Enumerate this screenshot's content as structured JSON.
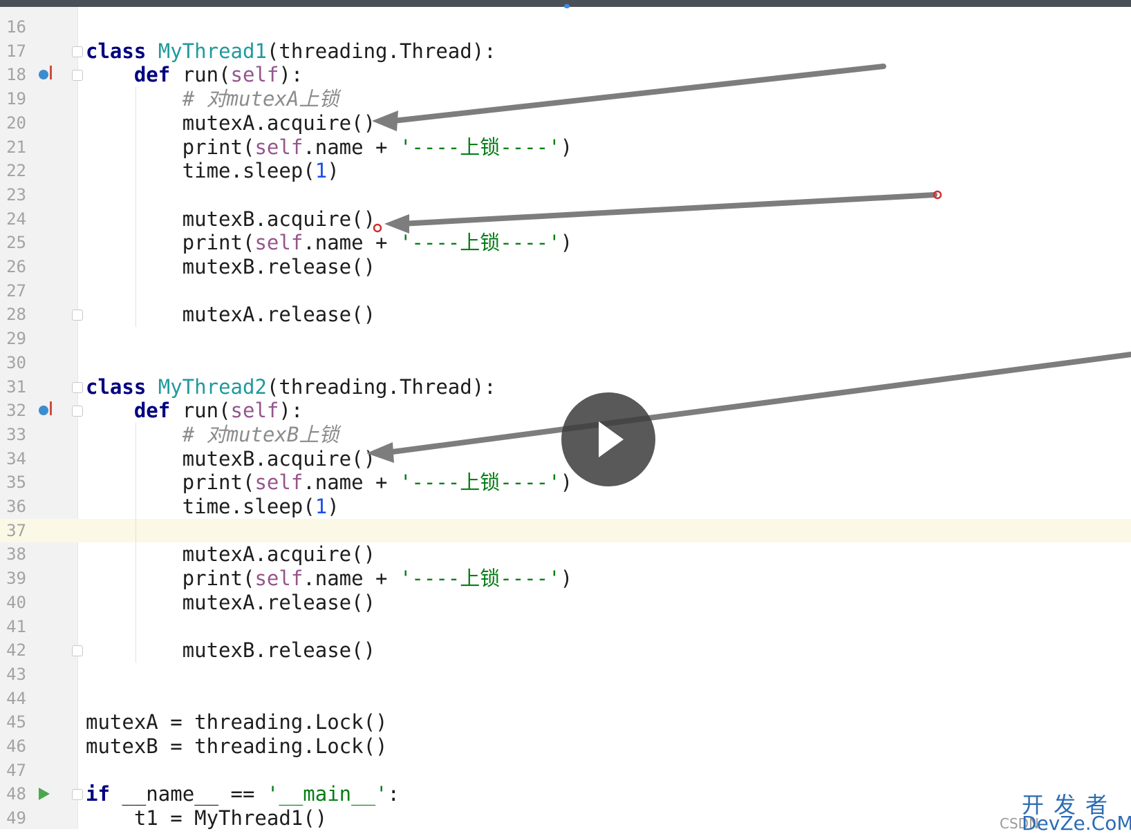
{
  "editor": {
    "first_line": 16,
    "current_line": 37,
    "gutter_override_lines": [
      18,
      32
    ],
    "gutter_run_lines": [
      48
    ],
    "fold_lines": [
      17,
      18,
      28,
      31,
      32,
      42,
      48
    ],
    "lines": [
      {
        "n": 16,
        "code": []
      },
      {
        "n": 17,
        "code": [
          {
            "t": "class ",
            "c": "kw"
          },
          {
            "t": "MyThread1",
            "c": "cls"
          },
          {
            "t": "(threading.Thread):"
          }
        ]
      },
      {
        "n": 18,
        "code": [
          {
            "t": "    "
          },
          {
            "t": "def ",
            "c": "kw"
          },
          {
            "t": "run("
          },
          {
            "t": "self",
            "c": "sf"
          },
          {
            "t": "):"
          }
        ]
      },
      {
        "n": 19,
        "code": [
          {
            "t": "        "
          },
          {
            "t": "# 对mutexA上锁",
            "c": "cm"
          }
        ]
      },
      {
        "n": 20,
        "code": [
          {
            "t": "        mutexA.acquire()"
          }
        ]
      },
      {
        "n": 21,
        "code": [
          {
            "t": "        print("
          },
          {
            "t": "self",
            "c": "sf"
          },
          {
            "t": ".name + "
          },
          {
            "t": "'----上锁----'",
            "c": "str"
          },
          {
            "t": ")"
          }
        ]
      },
      {
        "n": 22,
        "code": [
          {
            "t": "        time.sleep("
          },
          {
            "t": "1",
            "c": "num"
          },
          {
            "t": ")"
          }
        ]
      },
      {
        "n": 23,
        "code": []
      },
      {
        "n": 24,
        "code": [
          {
            "t": "        mutexB.acquire()"
          }
        ]
      },
      {
        "n": 25,
        "code": [
          {
            "t": "        print("
          },
          {
            "t": "self",
            "c": "sf"
          },
          {
            "t": ".name + "
          },
          {
            "t": "'----上锁----'",
            "c": "str"
          },
          {
            "t": ")"
          }
        ]
      },
      {
        "n": 26,
        "code": [
          {
            "t": "        mutexB.release()"
          }
        ]
      },
      {
        "n": 27,
        "code": []
      },
      {
        "n": 28,
        "code": [
          {
            "t": "        mutexA.release()"
          }
        ]
      },
      {
        "n": 29,
        "code": []
      },
      {
        "n": 30,
        "code": []
      },
      {
        "n": 31,
        "code": [
          {
            "t": "class ",
            "c": "kw"
          },
          {
            "t": "MyThread2",
            "c": "cls"
          },
          {
            "t": "(threading.Thread):"
          }
        ]
      },
      {
        "n": 32,
        "code": [
          {
            "t": "    "
          },
          {
            "t": "def ",
            "c": "kw"
          },
          {
            "t": "run("
          },
          {
            "t": "self",
            "c": "sf"
          },
          {
            "t": "):"
          }
        ]
      },
      {
        "n": 33,
        "code": [
          {
            "t": "        "
          },
          {
            "t": "# 对mutexB上锁",
            "c": "cm"
          }
        ]
      },
      {
        "n": 34,
        "code": [
          {
            "t": "        mutexB.acquire()"
          }
        ]
      },
      {
        "n": 35,
        "code": [
          {
            "t": "        print("
          },
          {
            "t": "self",
            "c": "sf"
          },
          {
            "t": ".name + "
          },
          {
            "t": "'----上锁----'",
            "c": "str"
          },
          {
            "t": ")"
          }
        ]
      },
      {
        "n": 36,
        "code": [
          {
            "t": "        time.sleep("
          },
          {
            "t": "1",
            "c": "num"
          },
          {
            "t": ")"
          }
        ]
      },
      {
        "n": 37,
        "code": []
      },
      {
        "n": 38,
        "code": [
          {
            "t": "        mutexA.acquire()"
          }
        ]
      },
      {
        "n": 39,
        "code": [
          {
            "t": "        print("
          },
          {
            "t": "self",
            "c": "sf"
          },
          {
            "t": ".name + "
          },
          {
            "t": "'----上锁----'",
            "c": "str"
          },
          {
            "t": ")"
          }
        ]
      },
      {
        "n": 40,
        "code": [
          {
            "t": "        mutexA.release()"
          }
        ]
      },
      {
        "n": 41,
        "code": []
      },
      {
        "n": 42,
        "code": [
          {
            "t": "        mutexB.release()"
          }
        ]
      },
      {
        "n": 43,
        "code": []
      },
      {
        "n": 44,
        "code": []
      },
      {
        "n": 45,
        "code": [
          {
            "t": "mutexA = threading.Lock()"
          }
        ]
      },
      {
        "n": 46,
        "code": [
          {
            "t": "mutexB = threading.Lock()"
          }
        ]
      },
      {
        "n": 47,
        "code": []
      },
      {
        "n": 48,
        "code": [
          {
            "t": "if ",
            "c": "kw"
          },
          {
            "t": "__name__ == "
          },
          {
            "t": "'__main__'",
            "c": "str"
          },
          {
            "t": ":"
          }
        ]
      },
      {
        "n": 49,
        "code": [
          {
            "t": "    t1 = MyThread1()"
          }
        ]
      }
    ]
  },
  "colors": {
    "keyword": "#00007f",
    "class_name": "#20999d",
    "self": "#94558d",
    "number": "#1750eb",
    "string": "#067d17",
    "comment": "#8c8c8c",
    "arrow": "#7d7d7d"
  },
  "icons": {
    "override": "override-method-icon",
    "run": "run-gutter-icon",
    "fold": "fold-marker-icon",
    "play": "play-icon"
  },
  "watermark": {
    "line1": "开发者",
    "line2": "DevZe.CoM",
    "line3": "CSDN"
  }
}
